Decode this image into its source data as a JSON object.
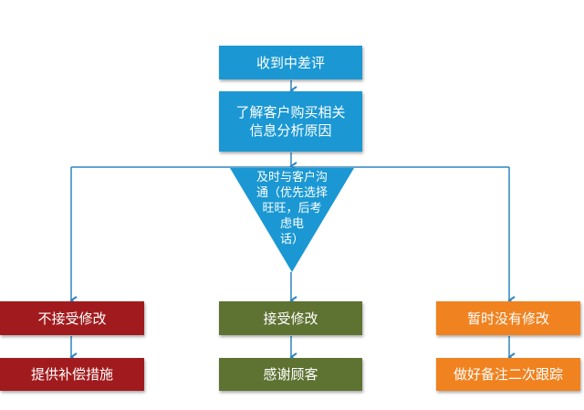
{
  "colors": {
    "blue": "#1b98d3",
    "red": "#a11b1e",
    "green": "#5e7232",
    "orange": "#f08220",
    "line": "#2f86bf"
  },
  "top": {
    "step1": "收到中差评",
    "step2_line1": "了解客户购买相关",
    "step2_line2": "信息分析原因",
    "decision_lines": [
      "及时与客户沟",
      "通（优先选择",
      "旺旺，后考",
      "虑电",
      "话）"
    ]
  },
  "branches": [
    {
      "status": "不接受修改",
      "action": "提供补偿措施"
    },
    {
      "status": "接受修改",
      "action": "感谢顾客"
    },
    {
      "status": "暂时没有修改",
      "action": "做好备注二次跟踪"
    }
  ]
}
